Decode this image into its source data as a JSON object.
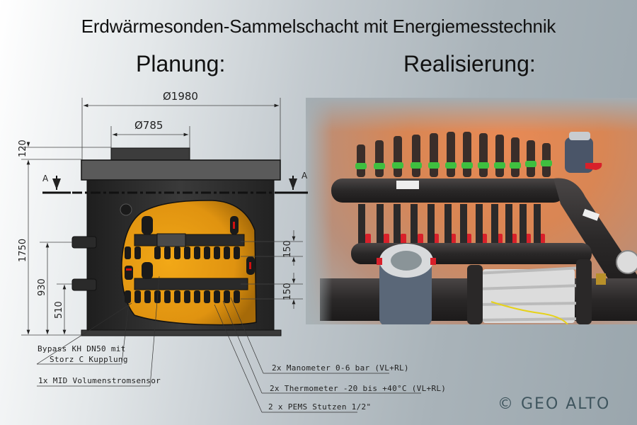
{
  "header": {
    "title": "Erdwärmesonden-Sammelschacht mit Energiemesstechnik",
    "left_heading": "Planung:",
    "right_heading": "Realisierung:"
  },
  "drawing": {
    "dimensions": {
      "outer_diameter": "Ø1980",
      "inner_diameter": "Ø785",
      "lid_height": "120",
      "total_height": "1750",
      "upper_pipe_height": "930",
      "lower_pipe_height": "510",
      "upper_spacing": "150",
      "lower_spacing": "150"
    },
    "section_marker_left": "A",
    "section_marker_right": "A",
    "callouts": [
      {
        "line1": "Bypass KH DN50 mit",
        "line2": "Storz C Kupplung"
      },
      {
        "line1": "1x MID Volumenstromsensor"
      },
      {
        "line1": "2x Manometer 0-6 bar (VL+RL)"
      },
      {
        "line1": "2x Thermometer -20 bis +40°C (VL+RL)"
      },
      {
        "line1": "2 x PEMS Stutzen 1/2\""
      }
    ],
    "colors": {
      "chamber_fill": "#f0a010",
      "shaft_body": "#2a2a2a",
      "lid": "#555555"
    }
  },
  "photo": {
    "description": "Manifold with green valve caps, red ball valves, MID flow sensor and Storz coupling",
    "colors": {
      "background": "#e08a58",
      "pipes": "#2c2a2a",
      "caps": "#3fbf3f",
      "valves": "#d8202a"
    }
  },
  "footer": {
    "copyright": "© GEO ALTO"
  }
}
